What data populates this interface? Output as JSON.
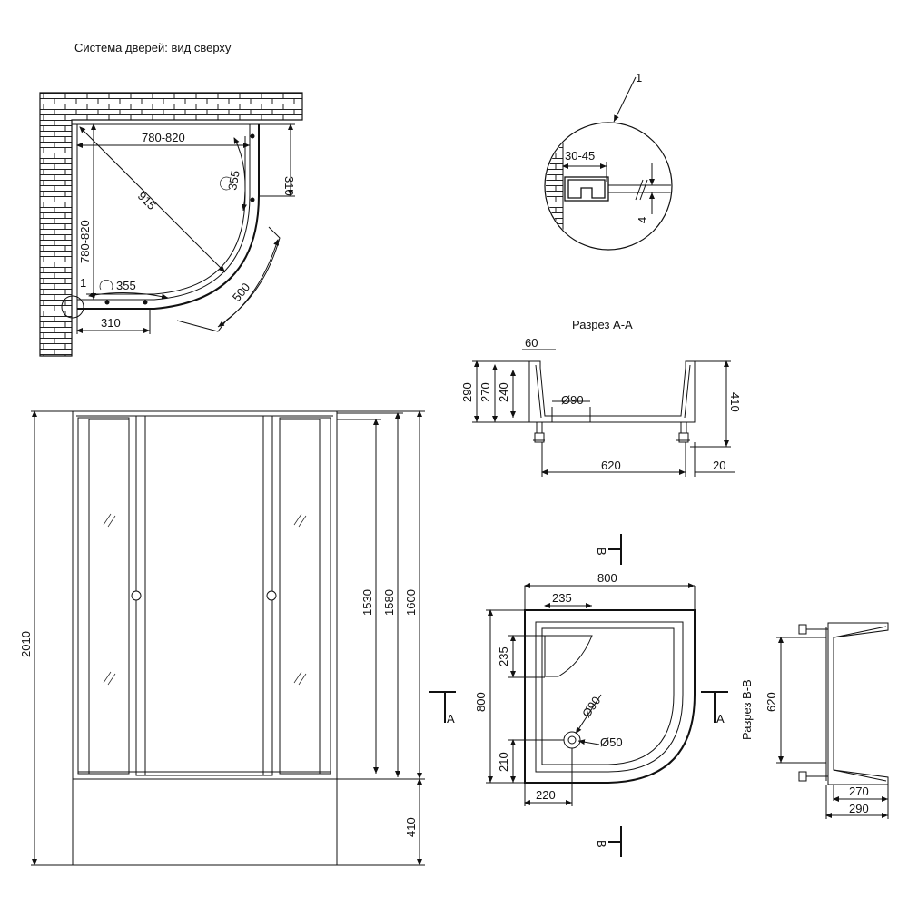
{
  "titles": {
    "top_view": "Система дверей: вид сверху",
    "section_aa": "Разрез А-А",
    "section_bb": "Разрез В-В"
  },
  "top_view": {
    "dim_width": "780-820",
    "dim_depth": "780-820",
    "dim_diag": "915",
    "dim_door_top": "355",
    "dim_door_left": "355",
    "dim_side_right": "310",
    "dim_side_bottom": "310",
    "dim_opening": "500",
    "callout": "1"
  },
  "detail": {
    "callout": "1",
    "dim_gap": "30-45",
    "dim_glass": "4"
  },
  "front_view": {
    "dim_total": "2010",
    "dim_panel_1530": "1530",
    "dim_panel_1580": "1580",
    "dim_panel_1600": "1600",
    "dim_tray": "410"
  },
  "section_aa_dims": {
    "top_60": "60",
    "h_290": "290",
    "h_270": "270",
    "h_240": "240",
    "drain": "Ø90",
    "h_410": "410",
    "w_620": "620",
    "w_20": "20"
  },
  "tray_plan": {
    "w_800": "800",
    "seat_w": "235",
    "seat_h": "235",
    "h_800": "800",
    "drain_y": "210",
    "drain_x": "220",
    "d_90": "Ø90",
    "d_50": "Ø50",
    "cut_a1": "А",
    "cut_a2": "А",
    "cut_b1": "В",
    "cut_b2": "В"
  },
  "section_bb_dims": {
    "h_620": "620",
    "w_270": "270",
    "w_290": "290"
  }
}
